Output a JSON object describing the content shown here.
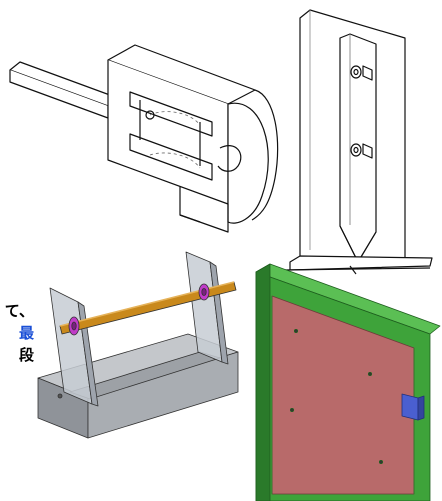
{
  "side_text": {
    "line1": "て、",
    "line2": "最",
    "line3": "段"
  },
  "illustrations": [
    {
      "name": "shaft-clamp-wireframe",
      "style": "line-drawing"
    },
    {
      "name": "blade-bracket-plate",
      "style": "line-drawing"
    },
    {
      "name": "shaft-fixture-model",
      "style": "shaded-3d"
    },
    {
      "name": "green-frame-panel-model",
      "style": "shaded-3d"
    }
  ],
  "colors": {
    "line": "#111111",
    "fixture_base": "#a9adb2",
    "fixture_plate": "#c7ccd4",
    "shaft": "#c9891c",
    "collar": "#c03cc8",
    "frame_green": "#3ea33a",
    "frame_green_dark": "#2a7a2a",
    "panel_red": "#b86a6a",
    "tab_blue": "#4a5fd0",
    "text_blue": "#1a4fd6"
  }
}
